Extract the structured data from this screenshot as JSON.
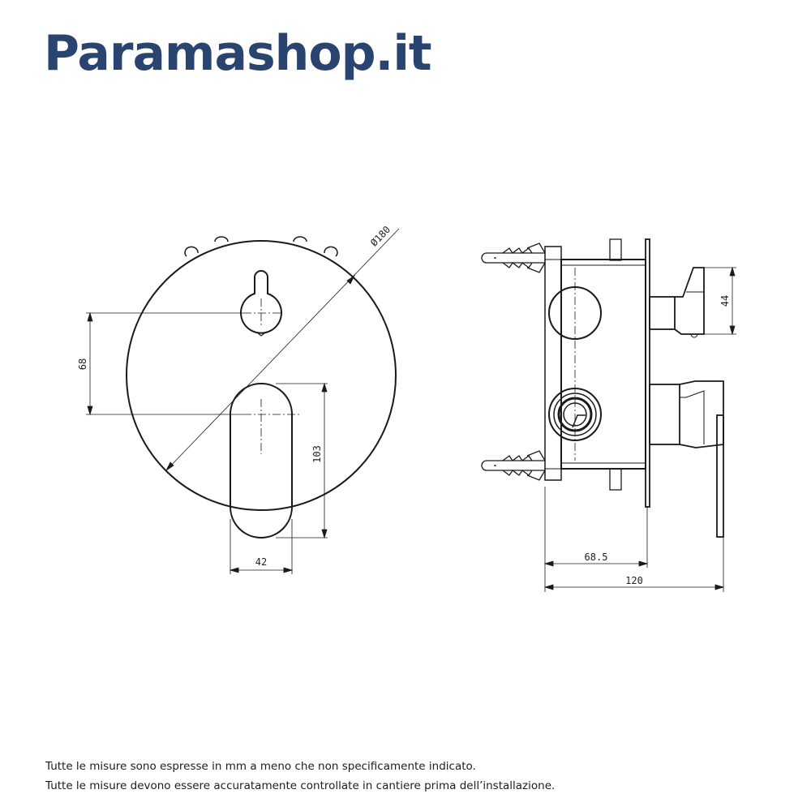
{
  "brand": {
    "name": "Paramashop.it",
    "color": "#2a4470"
  },
  "dimensions": {
    "diameter": "Ø180",
    "vertical_spacing": "68",
    "lever_height": "103",
    "lever_width": "42",
    "handle_height": "44",
    "wall_depth": "68.5",
    "total_depth": "120"
  },
  "footer": {
    "line1": "Tutte le misure sono espresse in mm a meno che non specificamente indicato.",
    "line2": "Tutte le misure devono essere accuratamente controllate in cantiere prima dell’installazione."
  }
}
